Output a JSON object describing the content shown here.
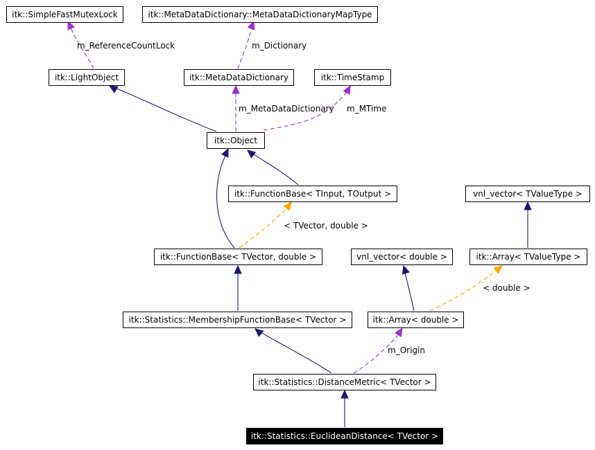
{
  "colors": {
    "inherit": "#191970",
    "member": "#9a32cd",
    "template": "#ffa500",
    "current_bg": "#000000",
    "node_border": "#000000"
  },
  "nodes": {
    "simple_fast_mutex_lock": "itk::SimpleFastMutexLock",
    "meta_data_dictionary_map_type": "itk::MetaDataDictionary::MetaDataDictionaryMapType",
    "light_object": "itk::LightObject",
    "meta_data_dictionary": "itk::MetaDataDictionary",
    "time_stamp": "itk::TimeStamp",
    "object": "itk::Object",
    "function_base_generic": "itk::FunctionBase< TInput, TOutput >",
    "vnl_vector_tvaluetype": "vnl_vector< TValueType >",
    "function_base_tvector": "itk::FunctionBase< TVector, double >",
    "vnl_vector_double": "vnl_vector< double >",
    "array_tvaluetype": "itk::Array< TValueType >",
    "membership_function_base": "itk::Statistics::MembershipFunctionBase< TVector >",
    "array_double": "itk::Array< double >",
    "distance_metric": "itk::Statistics::DistanceMetric< TVector >",
    "euclidean_distance": "itk::Statistics::EuclideanDistance< TVector >"
  },
  "edge_labels": {
    "reference_count_lock": "m_ReferenceCountLock",
    "dictionary": "m_Dictionary",
    "meta_data_dictionary": "m_MetaDataDictionary",
    "mtime": "m_MTime",
    "tvector_double": "< TVector, double >",
    "double": "< double >",
    "origin": "m_Origin"
  }
}
